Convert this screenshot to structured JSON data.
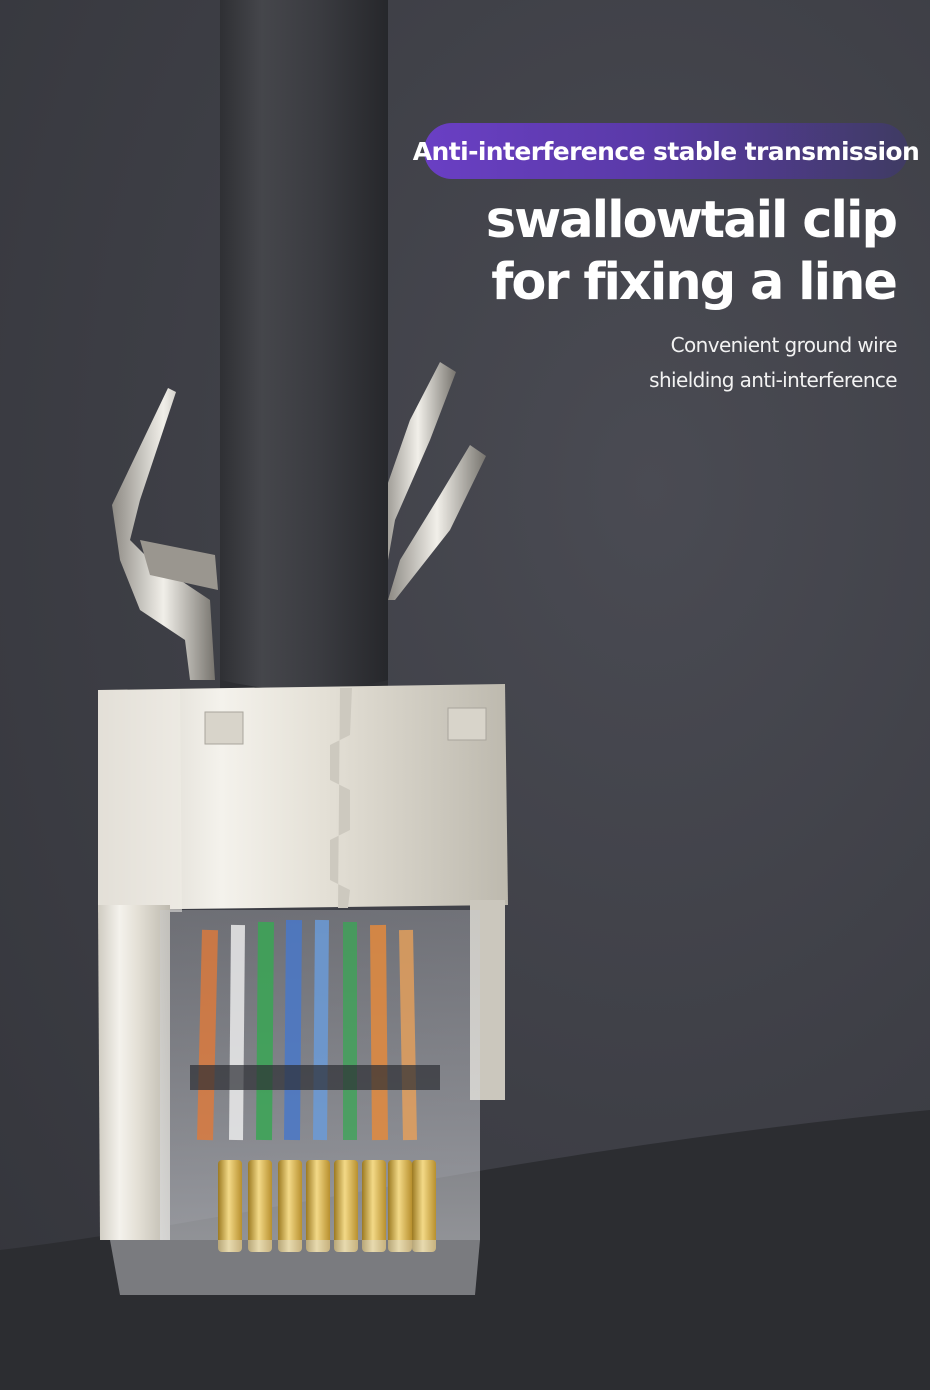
{
  "badge": {
    "text": "Anti-interference stable transmission"
  },
  "headline": {
    "line1": "swallowtail clip",
    "line2": "for fixing a line"
  },
  "subtitle": {
    "line1": "Convenient ground wire",
    "line2": "shielding anti-interference"
  },
  "colors": {
    "background": "#3d3e45",
    "badge_start": "#6a3fc4",
    "badge_end": "#3f3b63",
    "cable": "#3b3c41",
    "metal_shell": "#e9e6de",
    "gold_pin": "#d8b24a"
  },
  "icons": [
    "rj45-connector-illustration",
    "network-cable",
    "swallowtail-clip"
  ]
}
